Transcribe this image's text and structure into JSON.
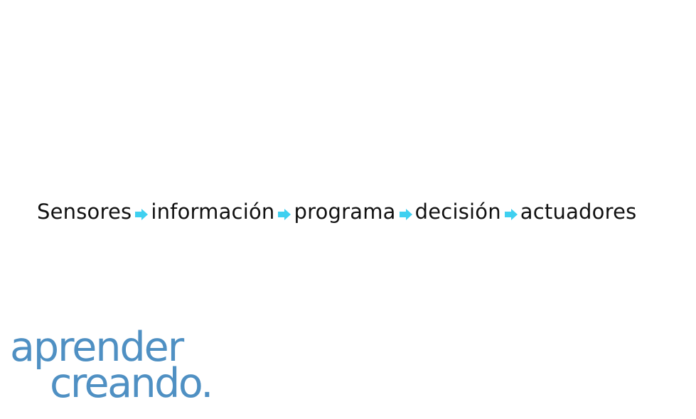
{
  "flow": {
    "steps": [
      {
        "label": "Sensores"
      },
      {
        "label": "información"
      },
      {
        "label": "programa"
      },
      {
        "label": "decisión"
      },
      {
        "label": "actuadores"
      }
    ],
    "arrow_icon": "right-arrow-icon",
    "arrow_color": "#3fd0f0",
    "text_color": "#111111"
  },
  "logo": {
    "line1": "aprender",
    "line2": "creando.",
    "color": "#4f90c3"
  }
}
